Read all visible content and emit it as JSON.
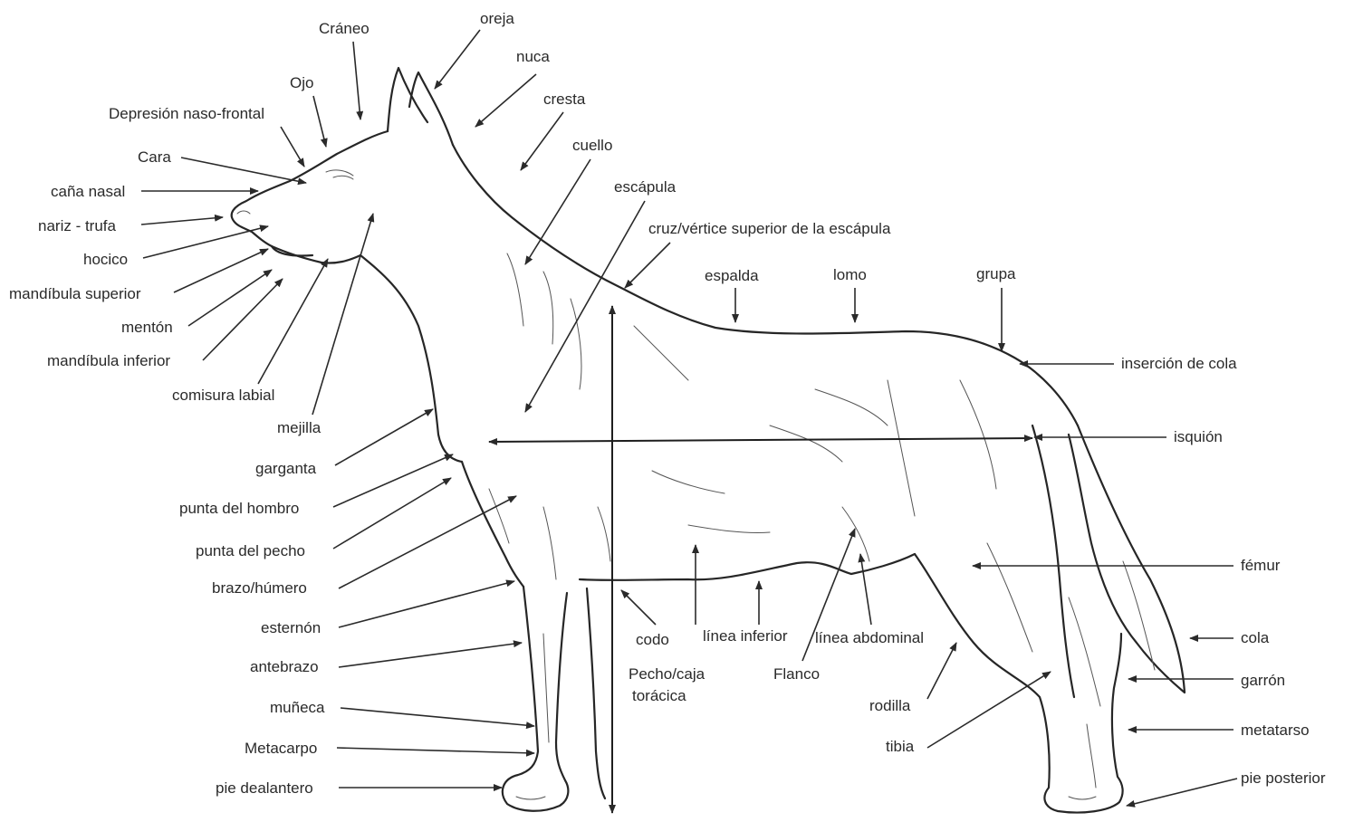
{
  "labels": {
    "craneo": "Cráneo",
    "oreja": "oreja",
    "nuca": "nuca",
    "ojo": "Ojo",
    "depresion": "Depresión naso-frontal",
    "cresta": "cresta",
    "cara": "Cara",
    "cuello": "cuello",
    "cana_nasal": "caña nasal",
    "escapula": "escápula",
    "nariz": "nariz - trufa",
    "cruz": "cruz/vértice superior de la escápula",
    "hocico": "hocico",
    "espalda": "espalda",
    "lomo": "lomo",
    "grupa": "grupa",
    "mandibula_superior": "mandíbula superior",
    "menton": "mentón",
    "mandibula_inferior": "mandíbula inferior",
    "insercion_cola": "inserción de cola",
    "comisura": "comisura labial",
    "mejilla": "mejilla",
    "isquion": "isquión",
    "garganta": "garganta",
    "punta_hombro": "punta del hombro",
    "punta_pecho": "punta del pecho",
    "femur": "fémur",
    "brazo": "brazo/húmero",
    "esternon": "esternón",
    "codo": "codo",
    "linea_inferior": "línea inferior",
    "linea_abdominal": "línea abdominal",
    "cola": "cola",
    "antebrazo": "antebrazo",
    "pecho_1": "Pecho/caja",
    "pecho_2": "torácica",
    "flanco": "Flanco",
    "garron": "garrón",
    "rodilla": "rodilla",
    "muneca": "muñeca",
    "metatarso": "metatarso",
    "metacarpo": "Metacarpo",
    "tibia": "tibia",
    "pie_delantero": "pie dealantero",
    "pie_posterior": "pie posterior"
  }
}
